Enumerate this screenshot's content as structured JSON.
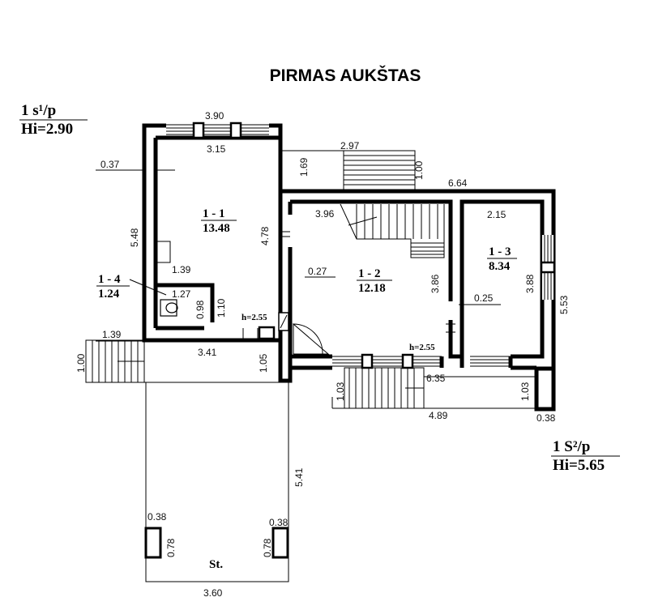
{
  "title": "PIRMAS AUKŠTAS",
  "building_labels": {
    "left": {
      "top": "1 s¹/p",
      "bottom": "Hi=2.90"
    },
    "right": {
      "top": "1 S²/p",
      "bottom": "Hi=5.65"
    }
  },
  "rooms": {
    "r1": {
      "id": "1 - 1",
      "area": "13.48"
    },
    "r2": {
      "id": "1 - 2",
      "area": "12.18"
    },
    "r3": {
      "id": "1 - 3",
      "area": "8.34"
    },
    "r4": {
      "id": "1 - 4",
      "area": "1.24"
    }
  },
  "heights": {
    "h1": "h=2.55",
    "h2": "h=2.55"
  },
  "dimensions": {
    "d390": "3.90",
    "d315": "3.15",
    "d037": "0.37",
    "d548": "5.48",
    "d139a": "1.39",
    "d127": "1.27",
    "d098": "0.98",
    "d110": "1.10",
    "d478": "4.78",
    "d169": "1.69",
    "d297": "2.97",
    "d100a": "1.00",
    "d664": "6.64",
    "d396": "3.96",
    "d215": "2.15",
    "d027": "0.27",
    "d386": "3.86",
    "d388": "3.88",
    "d553": "5.53",
    "d025": "0.25",
    "d139b": "1.39",
    "d100b": "1.00",
    "d341": "3.41",
    "d105": "1.05",
    "d635": "6.35",
    "d103a": "1.03",
    "d103b": "1.03",
    "d489": "4.89",
    "d038c": "0.38",
    "d541": "5.41",
    "d038a": "0.38",
    "d038b": "0.38",
    "d078a": "0.78",
    "d078b": "0.78",
    "d360": "3.60"
  },
  "st_label": "St."
}
